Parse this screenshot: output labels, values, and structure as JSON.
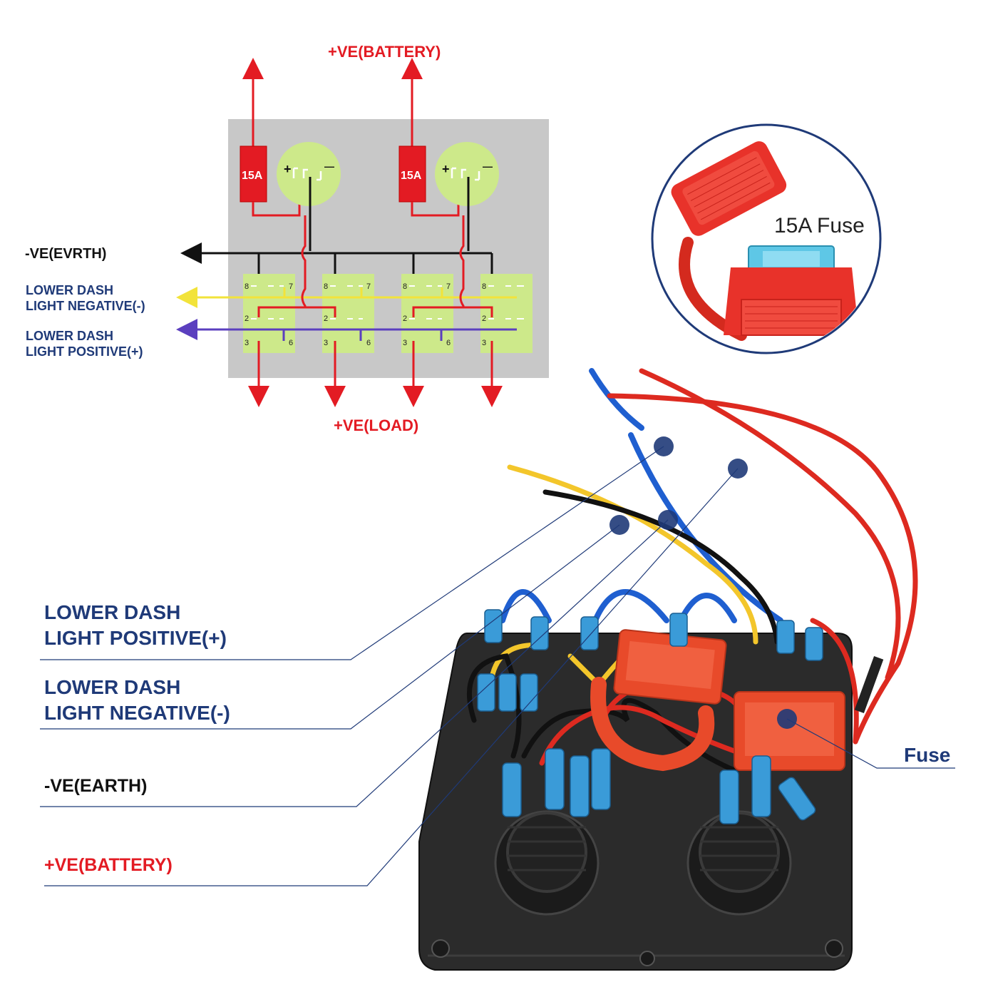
{
  "schematic": {
    "battery_label": "+VE(BATTERY)",
    "load_label": "+VE(LOAD)",
    "earth_label": "-VE(EVRTH)",
    "ldl_negative": [
      "LOWER DASH",
      "LIGHT NEGATIVE(-)"
    ],
    "ldl_positive": [
      "LOWER DASH",
      "LIGHT POSITIVE(+)"
    ],
    "fuse_rating": "15A",
    "socket_plus": "+",
    "socket_minus": "—",
    "pins": {
      "p8": "8",
      "p7": "7",
      "p2": "2",
      "p3": "3",
      "p6": "6"
    }
  },
  "callout": {
    "fuse_text": "15A Fuse"
  },
  "photo_labels": {
    "ldl_positive": [
      "LOWER DASH",
      "LIGHT POSITIVE(+)"
    ],
    "ldl_negative": [
      "LOWER DASH",
      "LIGHT NEGATIVE(-)"
    ],
    "earth": "-VE(EARTH)",
    "battery": "+VE(BATTERY)",
    "fuse": "Fuse"
  },
  "colors": {
    "red": "#e31b23",
    "black": "#111111",
    "yellow": "#f2e33a",
    "purple": "#5b3fbf",
    "navy": "#1f3a78",
    "panel_gray": "#c8c8c8",
    "terminal_green": "#cde98a"
  }
}
